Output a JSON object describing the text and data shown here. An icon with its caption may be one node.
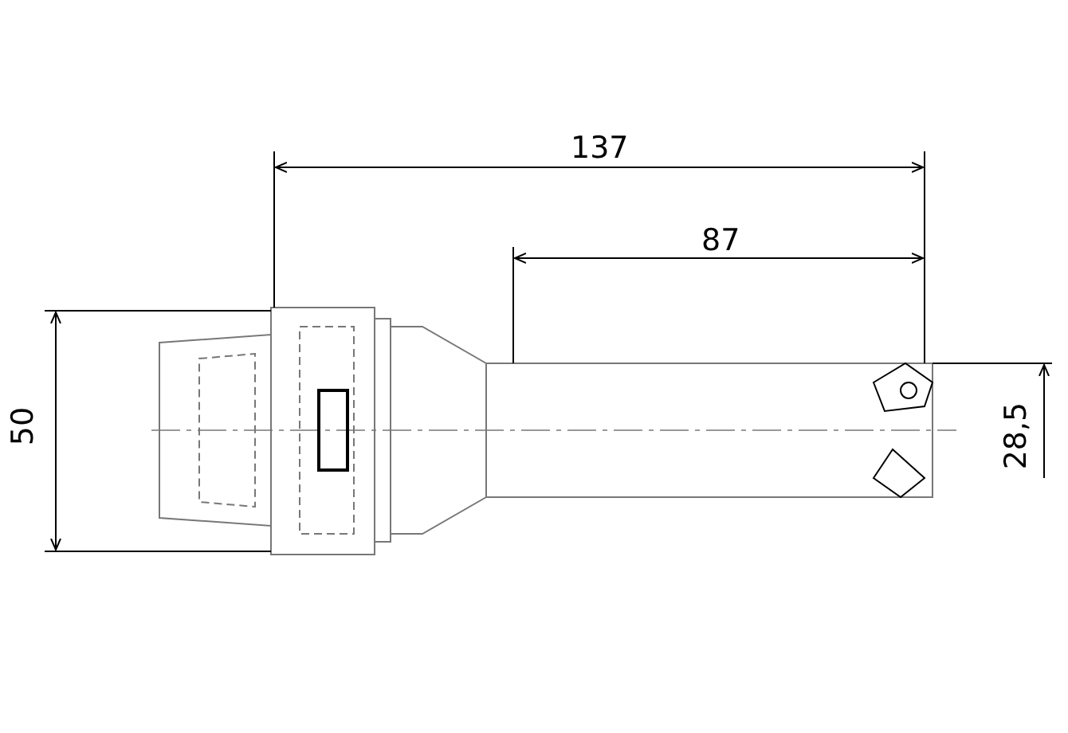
{
  "diagram": {
    "labels": [
      "137",
      "87",
      "50",
      "28,5"
    ]
  }
}
